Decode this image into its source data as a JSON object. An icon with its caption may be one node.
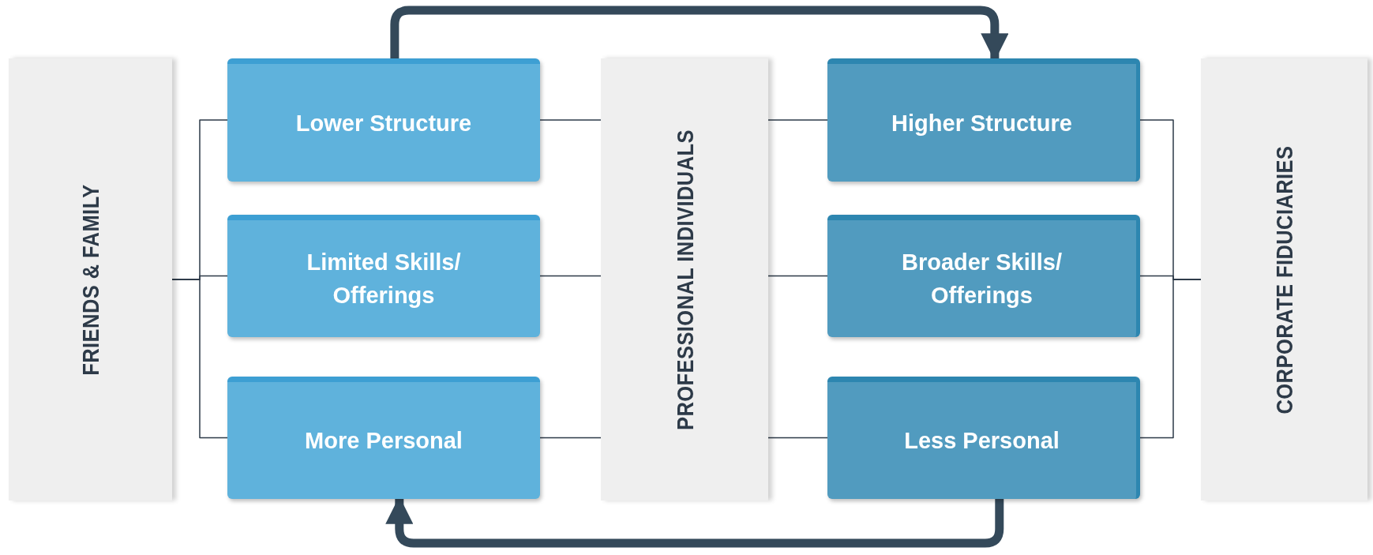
{
  "diagram": {
    "nodes": [
      {
        "text": [
          "FRIENDS & FAMILY"
        ]
      },
      {
        "text": [
          "Lower Structure"
        ]
      },
      {
        "text": [
          "Limited Skills/ Offerings"
        ]
      },
      {
        "text": [
          "More Personal"
        ]
      },
      {
        "text": [
          "PROFESSIONAL INDIVIDUALS"
        ]
      },
      {
        "text": [
          "Higher Structure"
        ]
      },
      {
        "text": [
          "Broader Skills/ Offerings"
        ]
      },
      {
        "text": [
          "Less Personal"
        ]
      },
      {
        "text": [
          "CORPORATE FIDUCIARIES"
        ]
      }
    ],
    "edges": [
      {
        "from": 0,
        "to": 1,
        "arrow": "none"
      },
      {
        "from": 0,
        "to": 2,
        "arrow": "none"
      },
      {
        "from": 0,
        "to": 3,
        "arrow": "none"
      },
      {
        "from": 1,
        "to": 4,
        "arrow": "none"
      },
      {
        "from": 2,
        "to": 4,
        "arrow": "none"
      },
      {
        "from": 3,
        "to": 4,
        "arrow": "none"
      },
      {
        "from": 4,
        "to": 5,
        "arrow": "none"
      },
      {
        "from": 4,
        "to": 6,
        "arrow": "none"
      },
      {
        "from": 4,
        "to": 7,
        "arrow": "none"
      },
      {
        "from": 5,
        "to": 8,
        "arrow": "none"
      },
      {
        "from": 6,
        "to": 8,
        "arrow": "none"
      },
      {
        "from": 7,
        "to": 8,
        "arrow": "none"
      },
      {
        "from": 1,
        "to": 5,
        "arrow": "to",
        "style": "thick",
        "color": "#34495a"
      },
      {
        "from": 7,
        "to": 3,
        "arrow": "to",
        "style": "thick",
        "color": "#34495a"
      }
    ]
  }
}
